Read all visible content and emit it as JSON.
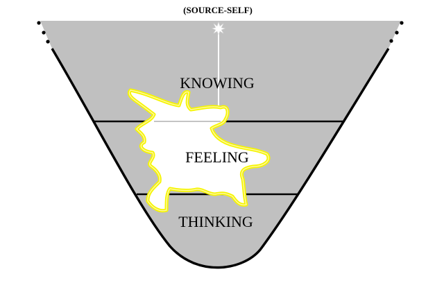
{
  "diagram": {
    "title": "(SOURCE-SELF)",
    "layers": {
      "top": "KNOWING",
      "middle": "FEELING",
      "bottom": "THINKING"
    },
    "colors": {
      "bowl_fill": "#c0c0c0",
      "outline": "#000000",
      "burst_fill": "#ffffff",
      "burst_outline": "#f5f500",
      "source_point": "#ffffff",
      "background": "#ffffff"
    },
    "icons": {
      "source": "starburst-icon"
    }
  }
}
